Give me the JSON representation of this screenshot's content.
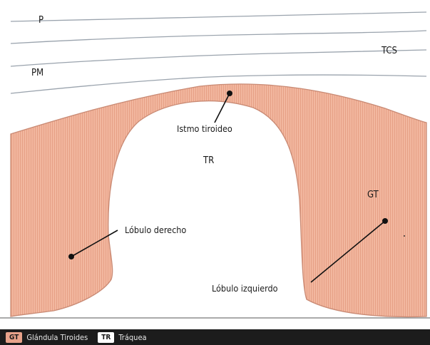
{
  "colors": {
    "gland_fill": "#f2b79f",
    "gland_hatch": "#e39a80",
    "gland_outline": "#c98a74",
    "lines": "#9aa3ad",
    "legend_bg": "#1c1c1c"
  },
  "labels": {
    "p": "P",
    "pm": "PM",
    "tcs": "TCS",
    "istmo": "Istmo tiroideo",
    "tr": "TR",
    "gt": "GT",
    "lobulo_derecho": "Lóbulo derecho",
    "lobulo_izquierdo": "Lóbulo izquierdo"
  },
  "legend": {
    "gt_tag": "GT",
    "gt_text": "Glándula Tiroides",
    "tr_tag": "TR",
    "tr_text": "Tráquea"
  }
}
